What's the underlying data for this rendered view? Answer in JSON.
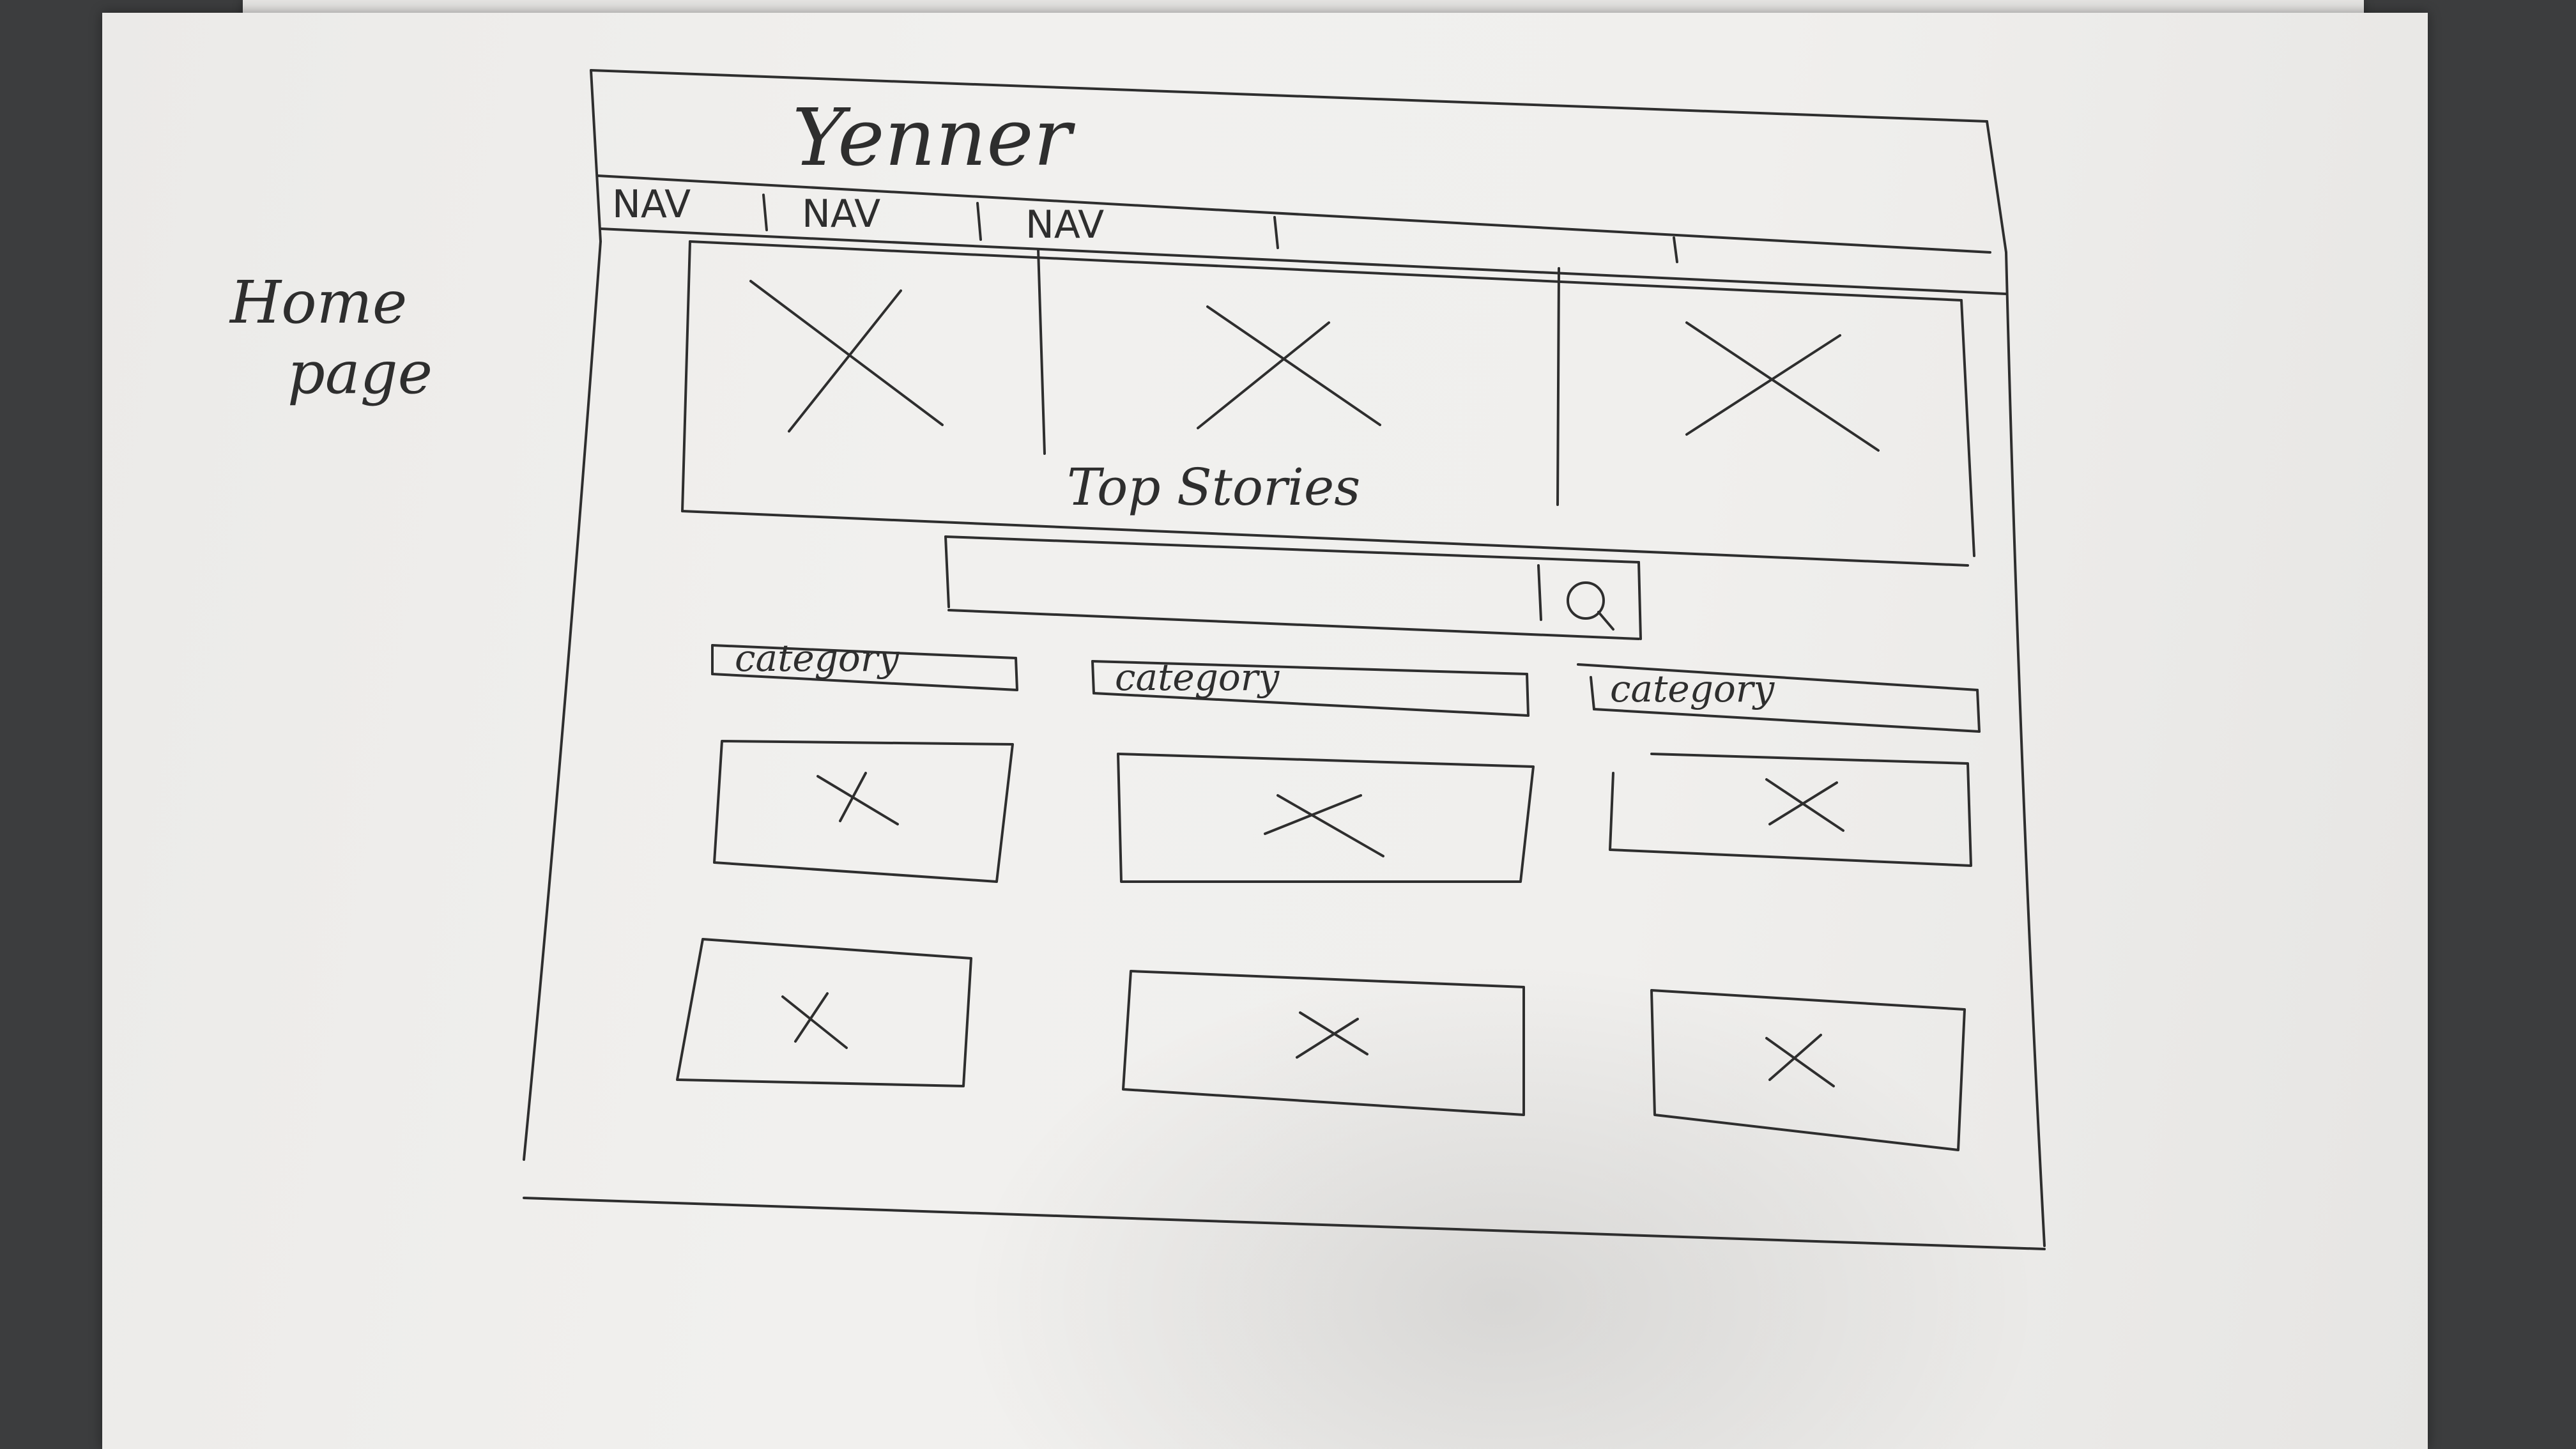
{
  "margin_label": [
    "Home",
    "page"
  ],
  "wireframe": {
    "brand": "Yenner",
    "nav_items": [
      "NAV",
      "NAV",
      "NAV"
    ],
    "hero_caption": "Top Stories",
    "search": {
      "icon": "search-icon"
    },
    "categories": [
      "category",
      "category",
      "category"
    ]
  }
}
